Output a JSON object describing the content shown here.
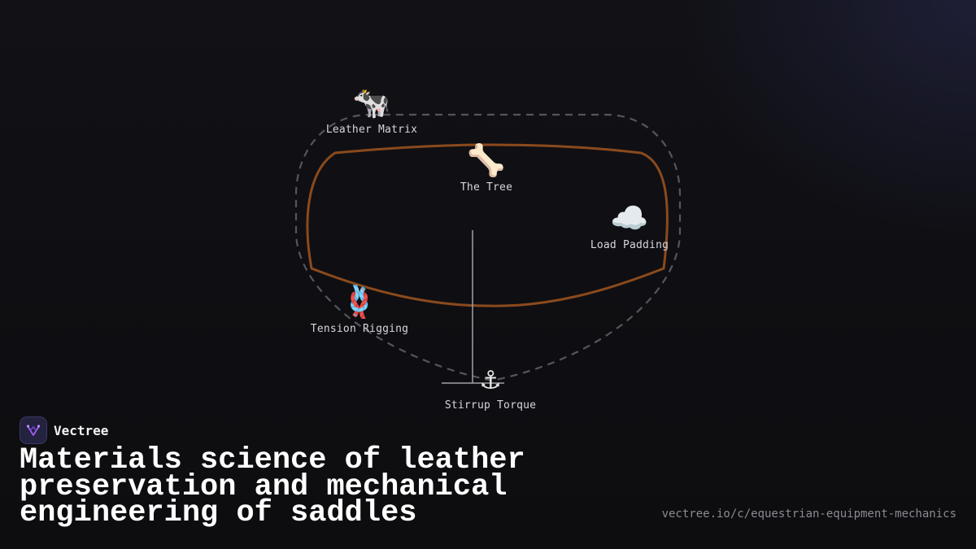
{
  "diagram": {
    "nodes": [
      {
        "id": "leather-matrix",
        "icon": "cow-icon",
        "emoji": "🐄",
        "label": "Leather Matrix"
      },
      {
        "id": "the-tree",
        "icon": "bone-icon",
        "emoji": "🦴",
        "label": "The Tree"
      },
      {
        "id": "load-padding",
        "icon": "cloud-icon",
        "emoji": "☁️",
        "label": "Load Padding"
      },
      {
        "id": "tension-rigging",
        "icon": "knot-icon",
        "emoji": "🪢",
        "label": "Tension Rigging"
      },
      {
        "id": "stirrup-torque",
        "icon": "anchor-icon",
        "emoji": "⚓",
        "label": "Stirrup Torque"
      }
    ],
    "colors": {
      "saddle_outline": "#8b4a1c",
      "dashed_outline": "#55555c",
      "stirrup_line": "#a0a0a8"
    }
  },
  "brand": {
    "name": "Vectree",
    "logo_icon": "vectree-logo-icon"
  },
  "title": "Materials science of leather preservation and mechanical engineering of saddles",
  "url": "vectree.io/c/equestrian-equipment-mechanics"
}
